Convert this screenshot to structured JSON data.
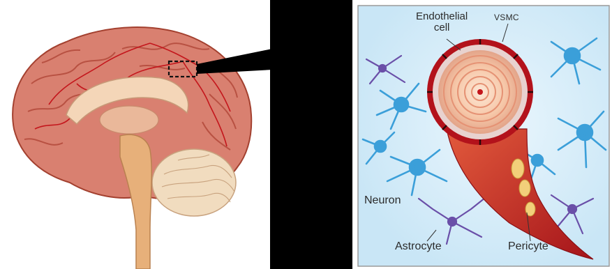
{
  "labels": {
    "endothelial_line1": "Endothelial",
    "endothelial_line2": "cell",
    "vsmc": "VSMC",
    "neuron": "Neuron",
    "astrocyte": "Astrocyte",
    "pericyte": "Pericyte"
  },
  "colors": {
    "brain_tissue": "#d98070",
    "vessel_red": "#b3121b",
    "astrocyte_blue": "#3b9fd9",
    "neuron_purple": "#6a4fa8",
    "pericyte_yellow": "#f2cf7a",
    "divider_black": "#000000"
  },
  "icons": {
    "zoom_marker": "dashed-box-icon",
    "neuron": "neuron-icon",
    "astrocyte": "astrocyte-icon"
  }
}
